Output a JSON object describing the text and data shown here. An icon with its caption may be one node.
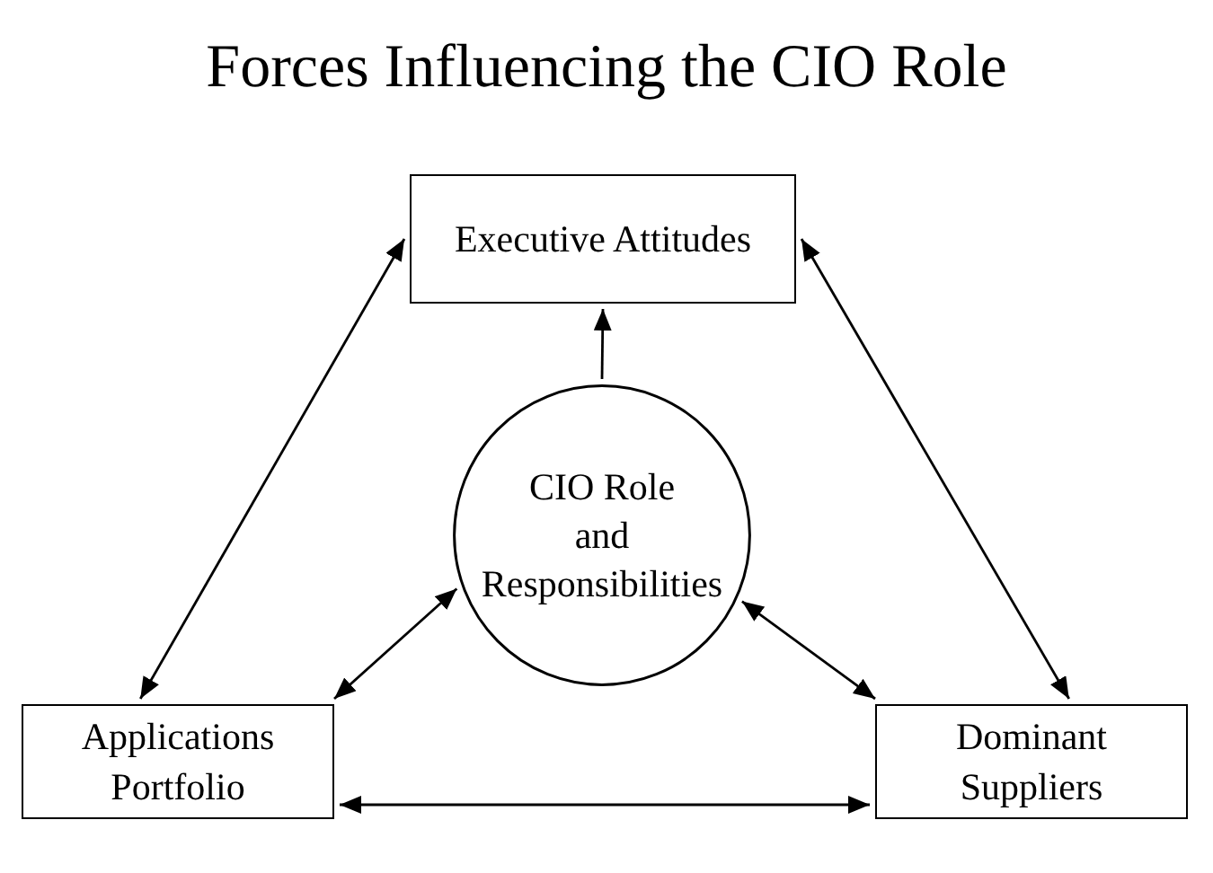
{
  "diagram": {
    "title": "Forces Influencing the CIO Role",
    "nodes": [
      {
        "text": [
          "Executive Attitudes"
        ]
      },
      {
        "text": [
          "CIO Role and Responsibilities"
        ]
      },
      {
        "text": [
          "Applications Portfolio"
        ]
      },
      {
        "text": [
          "Dominant Suppliers"
        ]
      }
    ],
    "edges": [
      {
        "from": 1,
        "to": 0,
        "arrow": "to"
      },
      {
        "from": 0,
        "to": 2,
        "arrow": "both"
      },
      {
        "from": 0,
        "to": 3,
        "arrow": "both"
      },
      {
        "from": 1,
        "to": 2,
        "arrow": "both"
      },
      {
        "from": 1,
        "to": 3,
        "arrow": "both"
      },
      {
        "from": 2,
        "to": 3,
        "arrow": "both"
      }
    ]
  }
}
